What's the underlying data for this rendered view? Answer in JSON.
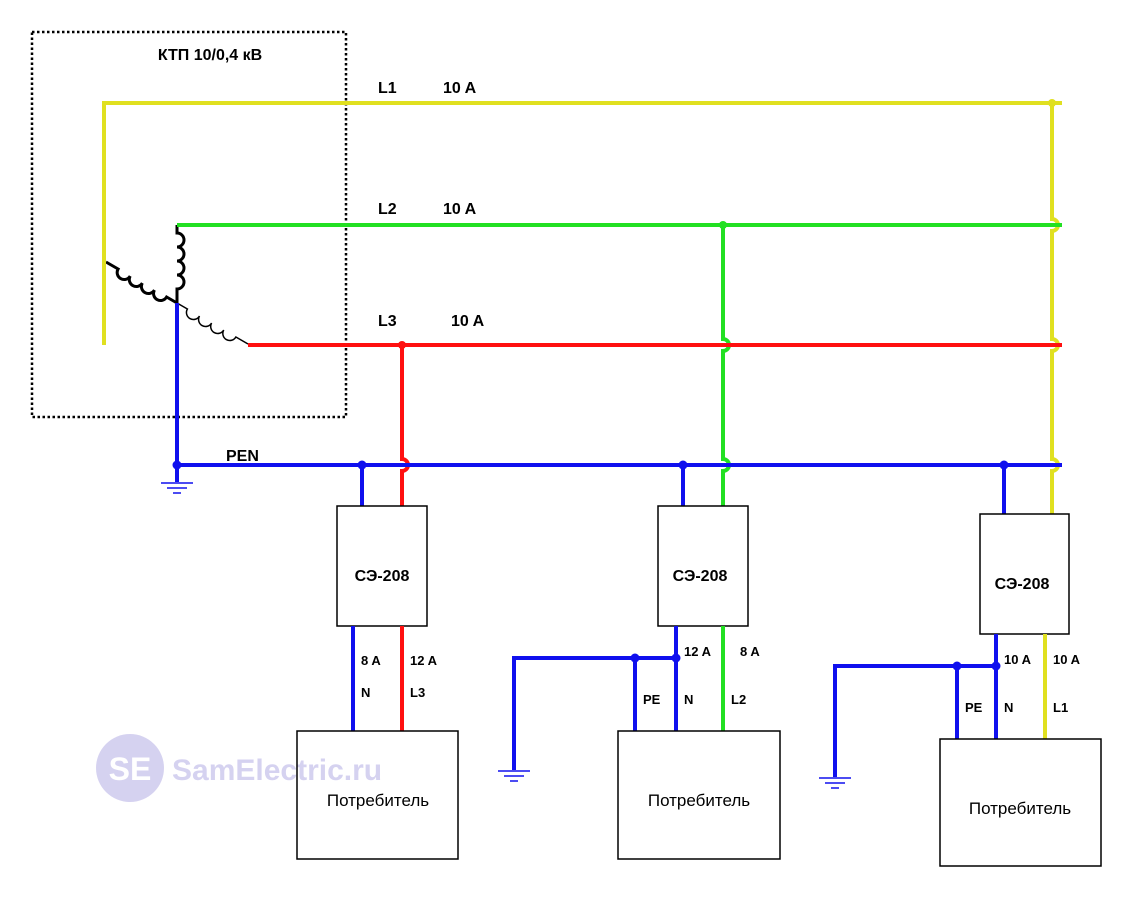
{
  "title": "КТП 10/0,4 кВ",
  "colors": {
    "L1": "#e0e020",
    "L2": "#22e022",
    "L3": "#ff1010",
    "PEN": "#1010ee"
  },
  "lines": [
    {
      "name": "L1",
      "current": "10 A"
    },
    {
      "name": "L2",
      "current": "10 A"
    },
    {
      "name": "L3",
      "current": "10 A"
    },
    {
      "name": "PEN"
    }
  ],
  "meters": [
    {
      "label": "СЭ-208",
      "n_current": "8 A",
      "l_current": "12 A",
      "n_label": "N",
      "l_label": "L3",
      "consumer": "Потребитель"
    },
    {
      "label": "СЭ-208",
      "n_current": "12 A",
      "l_current": "8 A",
      "pe_label": "PE",
      "n_label": "N",
      "l_label": "L2",
      "consumer": "Потребитель"
    },
    {
      "label": "СЭ-208",
      "n_current": "10 A",
      "l_current": "10 A",
      "pe_label": "PE",
      "n_label": "N",
      "l_label": "L1",
      "consumer": "Потребитель"
    }
  ],
  "watermark": {
    "logo": "SE",
    "text": "SamElectric.ru"
  }
}
